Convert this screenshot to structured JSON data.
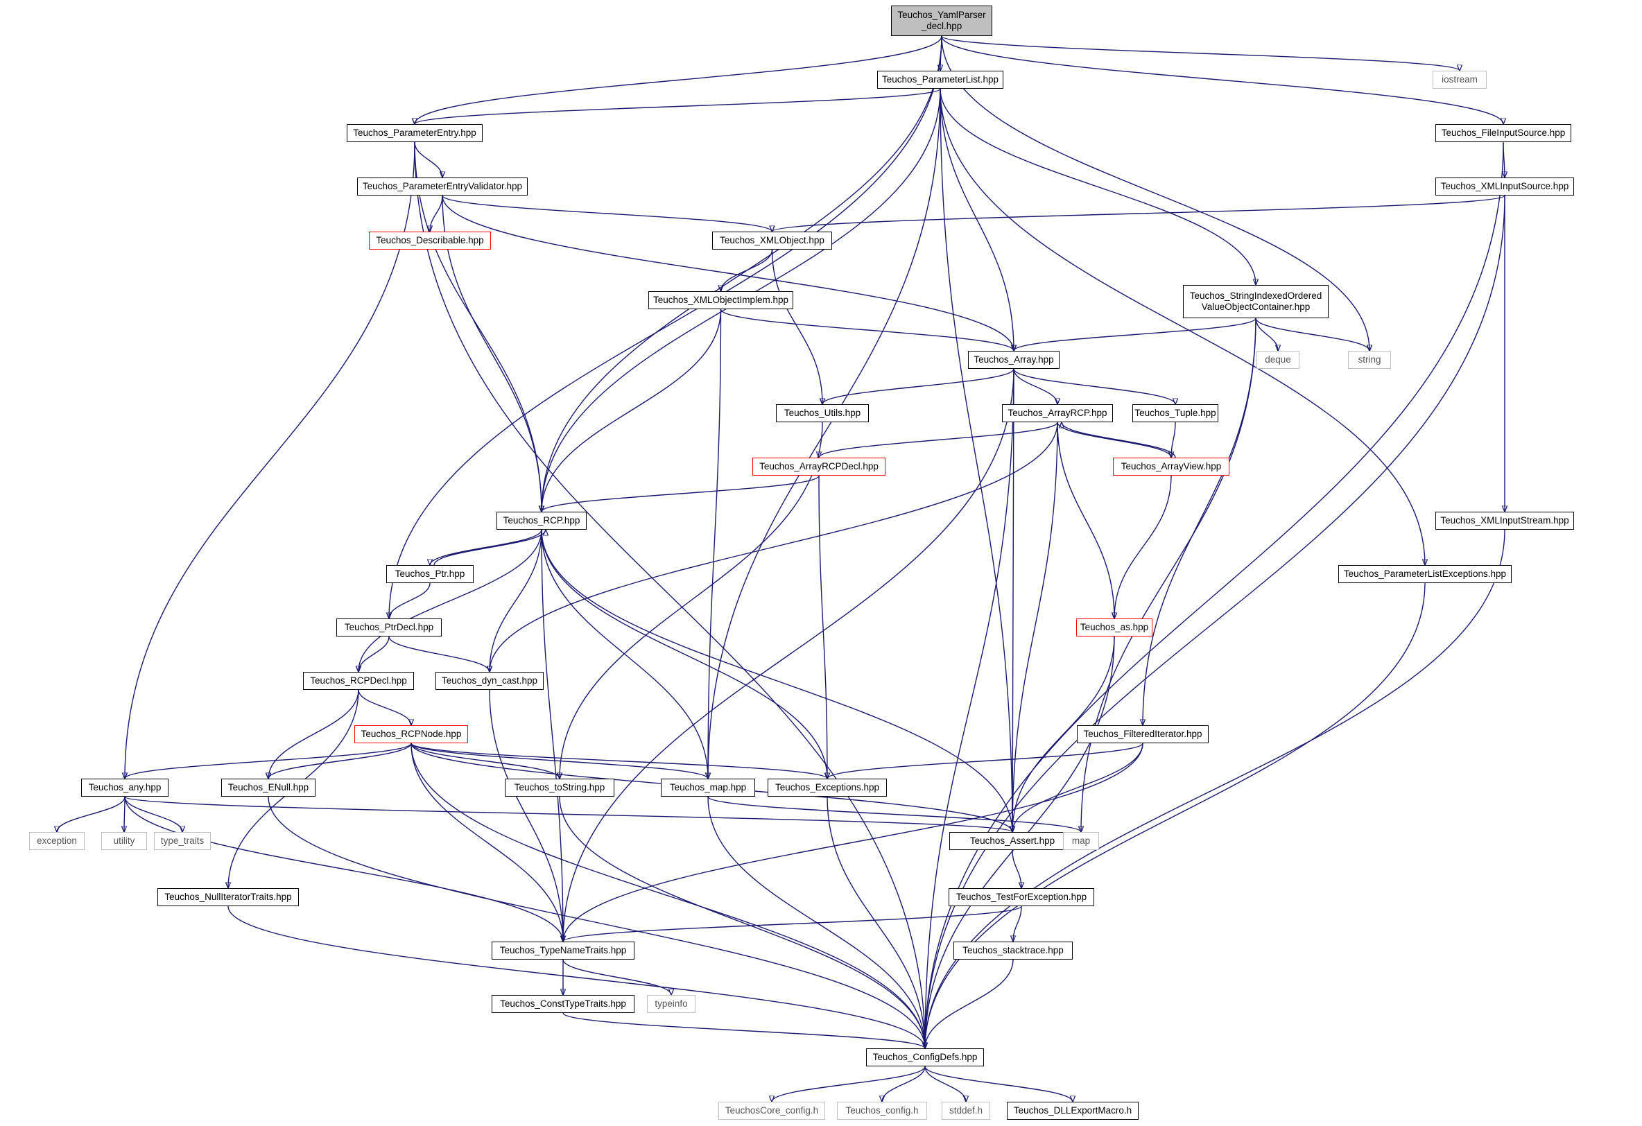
{
  "colors": {
    "edge": "#191970",
    "node_border": "#000000",
    "truncated_border": "#ff0000",
    "system_header_border": "#bfbfbf",
    "root_fill": "#bfbfbf"
  },
  "nodes": [
    {
      "id": "root",
      "label": "Teuchos_YamlParser\n_decl.hpp",
      "kind": "root"
    },
    {
      "id": "plist",
      "label": "Teuchos_ParameterList.hpp",
      "kind": "link"
    },
    {
      "id": "iostream",
      "label": "iostream",
      "kind": "ext"
    },
    {
      "id": "pentry",
      "label": "Teuchos_ParameterEntry.hpp",
      "kind": "link"
    },
    {
      "id": "fileinput",
      "label": "Teuchos_FileInputSource.hpp",
      "kind": "link"
    },
    {
      "id": "pev",
      "label": "Teuchos_ParameterEntryValidator.hpp",
      "kind": "link"
    },
    {
      "id": "xmlinputsrc",
      "label": "Teuchos_XMLInputSource.hpp",
      "kind": "link"
    },
    {
      "id": "describable",
      "label": "Teuchos_Describable.hpp",
      "kind": "trunc"
    },
    {
      "id": "xmlobject",
      "label": "Teuchos_XMLObject.hpp",
      "kind": "link"
    },
    {
      "id": "sivoc",
      "label": "Teuchos_StringIndexedOrdered\nValueObjectContainer.hpp",
      "kind": "link"
    },
    {
      "id": "xmlimplem",
      "label": "Teuchos_XMLObjectImplem.hpp",
      "kind": "link"
    },
    {
      "id": "array",
      "label": "Teuchos_Array.hpp",
      "kind": "link"
    },
    {
      "id": "deque",
      "label": "deque",
      "kind": "ext"
    },
    {
      "id": "string",
      "label": "string",
      "kind": "ext"
    },
    {
      "id": "utils",
      "label": "Teuchos_Utils.hpp",
      "kind": "link"
    },
    {
      "id": "arrayrcp",
      "label": "Teuchos_ArrayRCP.hpp",
      "kind": "link"
    },
    {
      "id": "tuple",
      "label": "Teuchos_Tuple.hpp",
      "kind": "link"
    },
    {
      "id": "arrayrcpdecl",
      "label": "Teuchos_ArrayRCPDecl.hpp",
      "kind": "trunc"
    },
    {
      "id": "arrayview",
      "label": "Teuchos_ArrayView.hpp",
      "kind": "trunc"
    },
    {
      "id": "rcp",
      "label": "Teuchos_RCP.hpp",
      "kind": "link"
    },
    {
      "id": "xmlinputstream",
      "label": "Teuchos_XMLInputStream.hpp",
      "kind": "link"
    },
    {
      "id": "ptr",
      "label": "Teuchos_Ptr.hpp",
      "kind": "link"
    },
    {
      "id": "plexc",
      "label": "Teuchos_ParameterListExceptions.hpp",
      "kind": "link"
    },
    {
      "id": "ptrdecl",
      "label": "Teuchos_PtrDecl.hpp",
      "kind": "link"
    },
    {
      "id": "as",
      "label": "Teuchos_as.hpp",
      "kind": "trunc"
    },
    {
      "id": "rcpdecl",
      "label": "Teuchos_RCPDecl.hpp",
      "kind": "link"
    },
    {
      "id": "dyncast",
      "label": "Teuchos_dyn_cast.hpp",
      "kind": "link"
    },
    {
      "id": "rcpnode",
      "label": "Teuchos_RCPNode.hpp",
      "kind": "trunc"
    },
    {
      "id": "filtered",
      "label": "Teuchos_FilteredIterator.hpp",
      "kind": "link"
    },
    {
      "id": "any",
      "label": "Teuchos_any.hpp",
      "kind": "link"
    },
    {
      "id": "enull",
      "label": "Teuchos_ENull.hpp",
      "kind": "link"
    },
    {
      "id": "tostring",
      "label": "Teuchos_toString.hpp",
      "kind": "link"
    },
    {
      "id": "tmap",
      "label": "Teuchos_map.hpp",
      "kind": "link"
    },
    {
      "id": "exceptions",
      "label": "Teuchos_Exceptions.hpp",
      "kind": "link"
    },
    {
      "id": "exception",
      "label": "exception",
      "kind": "ext"
    },
    {
      "id": "utility",
      "label": "utility",
      "kind": "ext"
    },
    {
      "id": "typetraits",
      "label": "type_traits",
      "kind": "ext"
    },
    {
      "id": "assert",
      "label": "Teuchos_Assert.hpp",
      "kind": "link"
    },
    {
      "id": "map",
      "label": "map",
      "kind": "ext"
    },
    {
      "id": "nulliter",
      "label": "Teuchos_NullIteratorTraits.hpp",
      "kind": "link"
    },
    {
      "id": "testforexc",
      "label": "Teuchos_TestForException.hpp",
      "kind": "link"
    },
    {
      "id": "typename",
      "label": "Teuchos_TypeNameTraits.hpp",
      "kind": "link"
    },
    {
      "id": "stacktrace",
      "label": "Teuchos_stacktrace.hpp",
      "kind": "link"
    },
    {
      "id": "consttype",
      "label": "Teuchos_ConstTypeTraits.hpp",
      "kind": "link"
    },
    {
      "id": "typeinfo",
      "label": "typeinfo",
      "kind": "ext"
    },
    {
      "id": "configdefs",
      "label": "Teuchos_ConfigDefs.hpp",
      "kind": "link"
    },
    {
      "id": "coreconfig",
      "label": "TeuchosCore_config.h",
      "kind": "ext"
    },
    {
      "id": "tconfig",
      "label": "Teuchos_config.h",
      "kind": "ext"
    },
    {
      "id": "stddef",
      "label": "stddef.h",
      "kind": "ext"
    },
    {
      "id": "dllexport",
      "label": "Teuchos_DLLExportMacro.h",
      "kind": "link"
    }
  ],
  "edges": [
    [
      "root",
      "plist"
    ],
    [
      "root",
      "iostream"
    ],
    [
      "root",
      "fileinput"
    ],
    [
      "root",
      "pentry"
    ],
    [
      "root",
      "rcp"
    ],
    [
      "root",
      "ptrdecl"
    ],
    [
      "root",
      "string"
    ],
    [
      "plist",
      "pentry"
    ],
    [
      "plist",
      "rcp"
    ],
    [
      "plist",
      "tmap"
    ],
    [
      "plist",
      "assert"
    ],
    [
      "plist",
      "array"
    ],
    [
      "plist",
      "sivoc"
    ],
    [
      "plist",
      "plexc"
    ],
    [
      "pentry",
      "pev"
    ],
    [
      "pentry",
      "rcp"
    ],
    [
      "pentry",
      "any"
    ],
    [
      "pentry",
      "configdefs"
    ],
    [
      "pev",
      "describable"
    ],
    [
      "pev",
      "xmlobject"
    ],
    [
      "pev",
      "array"
    ],
    [
      "pev",
      "rcp"
    ],
    [
      "fileinput",
      "xmlinputsrc"
    ],
    [
      "fileinput",
      "configdefs"
    ],
    [
      "xmlinputsrc",
      "xmlobject"
    ],
    [
      "xmlinputsrc",
      "xmlinputstream"
    ],
    [
      "xmlinputsrc",
      "configdefs"
    ],
    [
      "xmlobject",
      "xmlimplem"
    ],
    [
      "xmlobject",
      "utils"
    ],
    [
      "xmlimplem",
      "array"
    ],
    [
      "xmlimplem",
      "rcp"
    ],
    [
      "xmlimplem",
      "tmap"
    ],
    [
      "sivoc",
      "array"
    ],
    [
      "sivoc",
      "deque"
    ],
    [
      "sivoc",
      "string"
    ],
    [
      "sivoc",
      "filtered"
    ],
    [
      "sivoc",
      "map"
    ],
    [
      "array",
      "utils"
    ],
    [
      "array",
      "arrayrcp"
    ],
    [
      "array",
      "tuple"
    ],
    [
      "array",
      "assert"
    ],
    [
      "array",
      "typename"
    ],
    [
      "array",
      "configdefs"
    ],
    [
      "utils",
      "tostring"
    ],
    [
      "arrayrcp",
      "arrayrcpdecl"
    ],
    [
      "arrayrcp",
      "arrayview"
    ],
    [
      "arrayrcp",
      "as"
    ],
    [
      "arrayrcp",
      "assert"
    ],
    [
      "arrayrcp",
      "dyncast"
    ],
    [
      "tuple",
      "arrayview"
    ],
    [
      "arrayview",
      "arrayrcp"
    ],
    [
      "arrayview",
      "as"
    ],
    [
      "arrayrcpdecl",
      "rcp"
    ],
    [
      "arrayrcpdecl",
      "exceptions"
    ],
    [
      "rcp",
      "ptr"
    ],
    [
      "rcp",
      "rcpdecl"
    ],
    [
      "rcp",
      "dyncast"
    ],
    [
      "rcp",
      "tmap"
    ],
    [
      "rcp",
      "exceptions"
    ],
    [
      "rcp",
      "assert"
    ],
    [
      "rcp",
      "typename"
    ],
    [
      "ptr",
      "rcp"
    ],
    [
      "ptr",
      "ptrdecl"
    ],
    [
      "ptrdecl",
      "rcpdecl"
    ],
    [
      "ptrdecl",
      "dyncast"
    ],
    [
      "rcpdecl",
      "rcpnode"
    ],
    [
      "rcpdecl",
      "enull"
    ],
    [
      "rcpdecl",
      "nulliter"
    ],
    [
      "dyncast",
      "typename"
    ],
    [
      "rcpnode",
      "any"
    ],
    [
      "rcpnode",
      "enull"
    ],
    [
      "rcpnode",
      "tostring"
    ],
    [
      "rcpnode",
      "tmap"
    ],
    [
      "rcpnode",
      "exceptions"
    ],
    [
      "rcpnode",
      "assert"
    ],
    [
      "rcpnode",
      "typename"
    ],
    [
      "rcpnode",
      "configdefs"
    ],
    [
      "as",
      "assert"
    ],
    [
      "as",
      "configdefs"
    ],
    [
      "plexc",
      "configdefs"
    ],
    [
      "xmlinputstream",
      "configdefs"
    ],
    [
      "filtered",
      "exceptions"
    ],
    [
      "filtered",
      "assert"
    ],
    [
      "filtered",
      "typename"
    ],
    [
      "any",
      "exception"
    ],
    [
      "any",
      "utility"
    ],
    [
      "any",
      "typetraits"
    ],
    [
      "any",
      "assert"
    ],
    [
      "any",
      "typename"
    ],
    [
      "enull",
      "configdefs"
    ],
    [
      "tostring",
      "configdefs"
    ],
    [
      "tmap",
      "map"
    ],
    [
      "tmap",
      "configdefs"
    ],
    [
      "exceptions",
      "configdefs"
    ],
    [
      "assert",
      "testforexc"
    ],
    [
      "testforexc",
      "typename"
    ],
    [
      "testforexc",
      "stacktrace"
    ],
    [
      "stacktrace",
      "configdefs"
    ],
    [
      "nulliter",
      "configdefs"
    ],
    [
      "typename",
      "consttype"
    ],
    [
      "typename",
      "typeinfo"
    ],
    [
      "consttype",
      "configdefs"
    ],
    [
      "configdefs",
      "coreconfig"
    ],
    [
      "configdefs",
      "tconfig"
    ],
    [
      "configdefs",
      "stddef"
    ],
    [
      "configdefs",
      "dllexport"
    ]
  ]
}
